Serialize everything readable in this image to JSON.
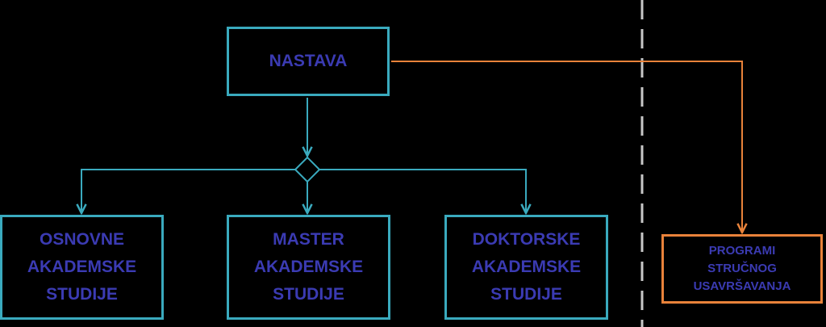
{
  "diagram": {
    "nodes": {
      "nastava": "NASTAVA",
      "osnovne": "OSNOVNE\nAKADEMSKE\nSTUDIJE",
      "master": "MASTER\nAKADEMSKE\nSTUDIJE",
      "doktorske": "DOKTORSKE\nAKADEMSKE\nSTUDIJE",
      "programi": "PROGRAMI\nSTRUČNOG\nUSAVRŠAVANJA"
    },
    "colors": {
      "background": "#000000",
      "teal_connector": "#3aaabe",
      "orange_connector": "#e8823a",
      "text": "#3b3bb3",
      "separator": "#c8c8c8"
    }
  }
}
